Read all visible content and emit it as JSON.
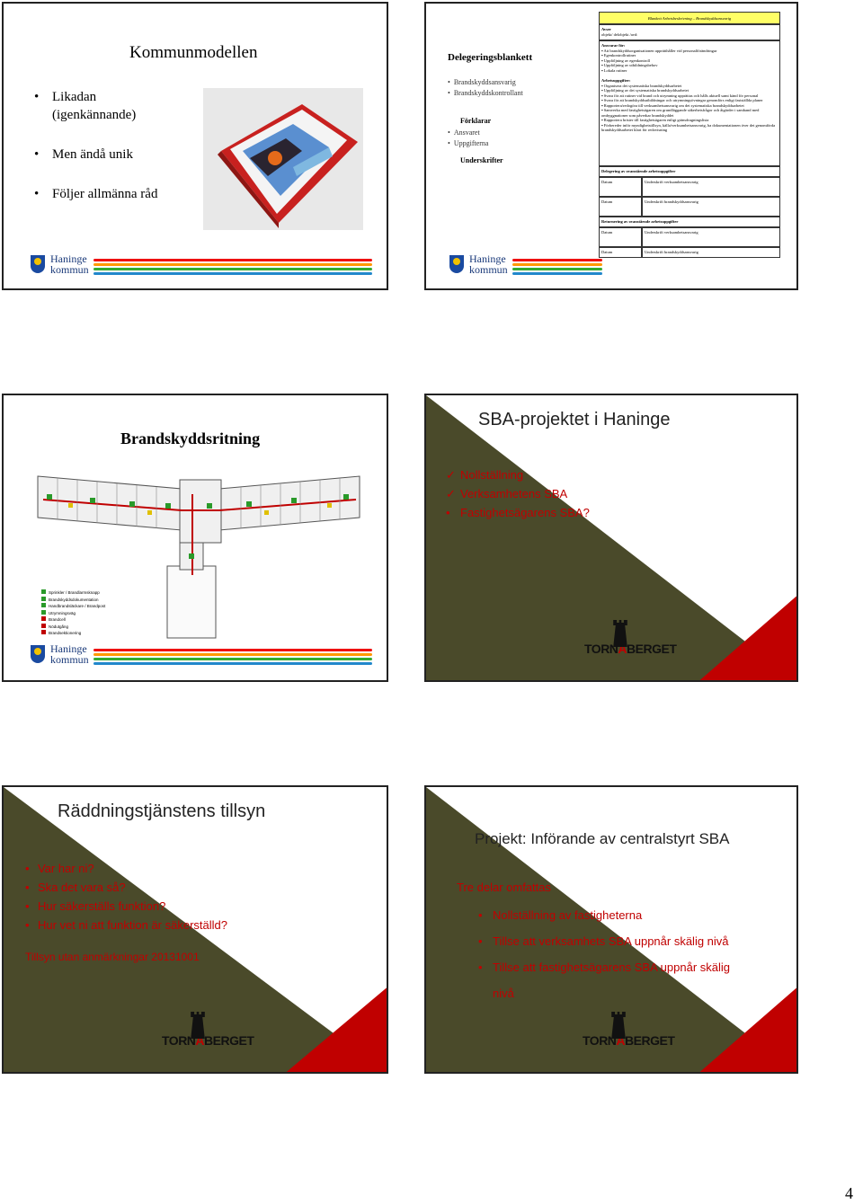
{
  "slide1": {
    "title": "Kommunmodellen",
    "bullets": [
      "Likadan",
      "(igenkännande)",
      "Men ändå unik",
      "Följer allmänna råd"
    ],
    "logo_line1": "Haninge",
    "logo_line2": "kommun"
  },
  "slide2": {
    "title": "Delegeringsblankett",
    "list1": [
      "Brandskyddsansvarig",
      "Brandskyddskontrollant"
    ],
    "heading2": "Förklarar",
    "list2": [
      "Ansvaret",
      "Uppgifterna"
    ],
    "heading3": "Underskrifter",
    "logo_line1": "Haninge",
    "logo_line2": "kommun"
  },
  "slide3": {
    "header": "Blankett Arbetsbeskrivning – Brandskyddsansvarig",
    "avser_label": "Avser",
    "avser_sub": "objekt/ delobjekt /avd:",
    "ansvarar_label": "Ansvarar för:",
    "ansvarar_items": [
      "Att brandskyddsorganisationen upprätthåller vid personalförändringar",
      "Egenkontrollrutiner",
      "Uppföljning av egenkontroll",
      "Uppföljning av utbildningsbehov",
      "Lokala rutiner"
    ],
    "arbets_label": "Arbetsuppgifter:",
    "arbets_items": [
      "Organisera det systematiska brandskyddsarbetet",
      "Uppföljning av det systematiska brandskyddsarbetet",
      "Svara för att rutiner vid brand och utrymning upprättas och hålls aktuell samt känd för personal",
      "Svara för att brandskyddsutbildningar och utrymningsövningar genomförs enligt fastställda planer",
      "Rapportera/redogöra till verksamhetsansvarig om det systematiska brandskyddsarbetet",
      "Samverka med fastighetsägaren om grundläggande säkerhetsfrågor och åtgärder i samband med ombyggnationer som påverkar brandskyddet",
      "Rapportera brister till fastighetsägaren enligt gränsdragningslista",
      "Förbereder inför myndighetstillsyn, källa/verksamhetsansvarig, ha dokumentationen över det genomförda brandskyddsarbetet klart för redovisning"
    ],
    "deleg_label": "Delegering av ovanstående arbetsuppgifter",
    "ret_label": "Returnering av ovanstående arbetsuppgifter",
    "datum": "Datum",
    "sign_verksamhet": "Underskrift verksamhetsansvarig",
    "sign_brand": "Underskrift brandskyddsansvarig",
    "logo_line1": "Haninge",
    "logo_line2": "kommun"
  },
  "slide4": {
    "title": "Brandskyddsritning",
    "legend": [
      "Sprinkler / Brandlarmsknapp",
      "Brandskyddsdokumentation",
      "Handbrandsläckare / Brandpost",
      "Utrymningsväg",
      "Brandcell",
      "Nödutgång",
      "Brandsektionering"
    ],
    "logo_line1": "Haninge",
    "logo_line2": "kommun"
  },
  "slide5": {
    "title": "SBA-projektet i Haninge",
    "items": [
      {
        "marker": "✓",
        "text": "Nollställning"
      },
      {
        "marker": "✓",
        "text": "Verksamhetens SBA"
      },
      {
        "marker": "•",
        "text": "Fastighetsägarens SBA?"
      }
    ],
    "logo_left": "TORN",
    "logo_a": "A",
    "logo_right": "BERGET"
  },
  "slide6": {
    "title": "Räddningstjänstens tillsyn",
    "bullets": [
      "Var har ni?",
      "Ska det vara så?",
      "Hur säkerställs funktion?",
      "Hur vet ni att funktion är säkerställd?"
    ],
    "footer": "Tillsyn utan anmärkningar 20131001",
    "logo_left": "TORN",
    "logo_a": "A",
    "logo_right": "BERGET"
  },
  "slide7": {
    "title": "Projekt: Införande av centralstyrt SBA",
    "intro": "Tre delar omfattas",
    "items": [
      "Nollställning av fastigheterna",
      "Tillse att verksamhets SBA uppnår skälig nivå",
      "Tillse att fastighetsägarens SBA uppnår skälig",
      "nivå"
    ],
    "logo_left": "TORN",
    "logo_a": "A",
    "logo_right": "BERGET"
  },
  "page_number": "4",
  "colors": {
    "dark_bg": "#4a4a2a",
    "accent_red": "#c00000",
    "title_red": "#c00000",
    "bullet_red": "#c00000"
  }
}
